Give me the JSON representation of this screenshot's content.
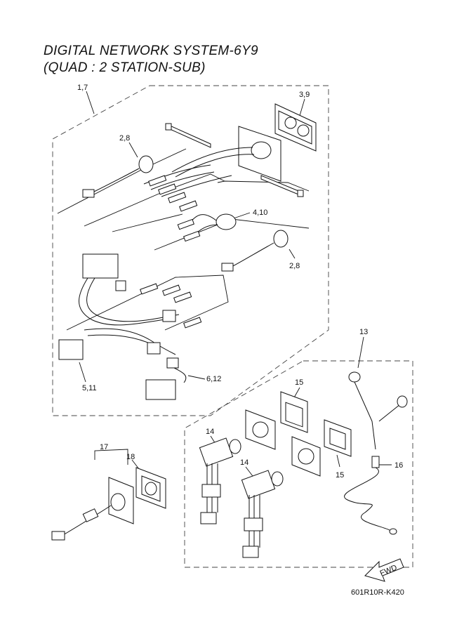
{
  "title": {
    "line1": "DIGITAL NETWORK SYSTEM-6Y9",
    "line2": "(QUAD : 2 STATION-SUB)"
  },
  "callouts": {
    "c_1_7": "1,7",
    "c_3_9": "3,9",
    "c_2_8_top": "2,8",
    "c_4_10": "4,10",
    "c_2_8_mid": "2,8",
    "c_5_11": "5,11",
    "c_6_12": "6,12",
    "c_13": "13",
    "c_15_a": "15",
    "c_15_b": "15",
    "c_14_a": "14",
    "c_14_b": "14",
    "c_16": "16",
    "c_17": "17",
    "c_18": "18"
  },
  "fwd_label": "FWD",
  "drawing_code": "601R10R-K420"
}
